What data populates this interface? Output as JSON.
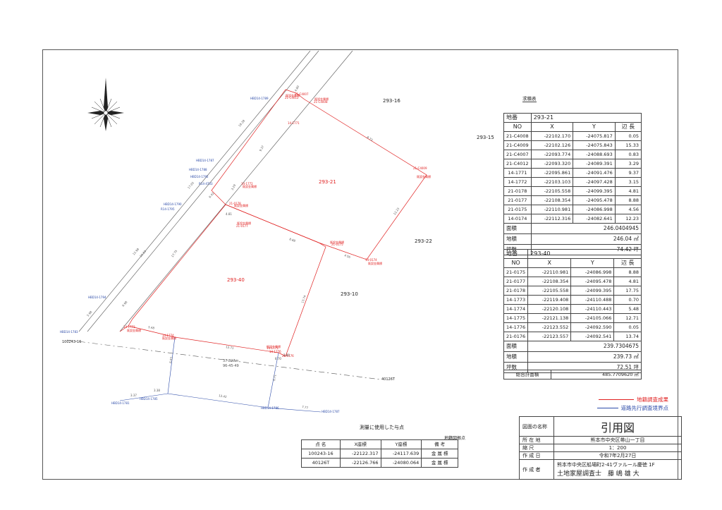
{
  "areas_caption": "求積表",
  "table1": {
    "chiban_label": "地番",
    "chiban_value": "293-21",
    "headers": [
      "NO",
      "X",
      "Y",
      "辺 長"
    ],
    "rows": [
      [
        "21-C4008",
        "-22102.170",
        "-24075.817",
        "0.05"
      ],
      [
        "21-C4009",
        "-22102.126",
        "-24075.843",
        "15.33"
      ],
      [
        "21-C4007",
        "-22093.774",
        "-24088.693",
        "0.83"
      ],
      [
        "21-C4012",
        "-22093.320",
        "-24089.391",
        "3.29"
      ],
      [
        "14-1771",
        "-22095.861",
        "-24091.476",
        "9.37"
      ],
      [
        "14-1772",
        "-22103.103",
        "-24097.428",
        "3.15"
      ],
      [
        "21-0178",
        "-22105.558",
        "-24099.395",
        "4.81"
      ],
      [
        "21-0177",
        "-22108.354",
        "-24095.478",
        "8.88"
      ],
      [
        "21-0175",
        "-22110.981",
        "-24086.998",
        "4.56"
      ],
      [
        "14-0174",
        "-22112.316",
        "-24082.641",
        "12.23"
      ]
    ],
    "menseki_label": "面積",
    "menseki_value": "246.0404945",
    "chiseki_label": "地積",
    "chiseki_value": "246.04 ㎡",
    "tsubo_label": "坪数",
    "tsubo_value": "74.42 坪"
  },
  "table2": {
    "chiban_label": "地番",
    "chiban_value": "293-40",
    "headers": [
      "NO",
      "X",
      "Y",
      "辺 長"
    ],
    "rows": [
      [
        "21-0175",
        "-22110.981",
        "-24086.998",
        "8.88"
      ],
      [
        "21-0177",
        "-22108.354",
        "-24095.478",
        "4.81"
      ],
      [
        "21-0178",
        "-22105.558",
        "-24099.395",
        "17.75"
      ],
      [
        "14-1773",
        "-22119.408",
        "-24110.488",
        "0.70"
      ],
      [
        "14-1774",
        "-22120.108",
        "-24110.443",
        "5.48"
      ],
      [
        "14-1775",
        "-22121.138",
        "-24105.066",
        "12.71"
      ],
      [
        "14-1776",
        "-22123.552",
        "-24092.590",
        "0.05"
      ],
      [
        "21-0176",
        "-22123.557",
        "-24092.541",
        "13.74"
      ]
    ],
    "menseki_label": "面積",
    "menseki_value": "239.7304675",
    "chiseki_label": "地積",
    "chiseki_value": "239.73 ㎡",
    "tsubo_label": "坪数",
    "tsubo_value": "72.51 坪"
  },
  "total": {
    "label": "総合計面積",
    "value": "485.7709620 ㎡"
  },
  "legend": {
    "item1": "地籍調査成果",
    "item1_color": "#e02020",
    "item2": "道路先行調査境界点",
    "item2_color": "#2b4aa8"
  },
  "control_points": {
    "caption": "測量に使用した与点",
    "note": "地籍図根点",
    "headers": [
      "点 名",
      "X座標",
      "Y座標",
      "備 考"
    ],
    "rows": [
      [
        "100243-16",
        "-22122.317",
        "-24117.639",
        "金 属 標"
      ],
      [
        "40126T",
        "-22126.766",
        "-24080.064",
        "金 属 標"
      ]
    ]
  },
  "title_block": {
    "fig_label": "図面の名称",
    "fig_value": "引用図",
    "loc_label": "所 在 地",
    "loc_value": "熊本市中央区帯山一丁目",
    "scale_label": "縮 尺",
    "scale_value": "1：200",
    "date_label": "作 成 日",
    "date_value": "令和7年2月27日",
    "author_label": "作 成 者",
    "author_line1": "熊本市中央区船場町2-41ヴァルール慶徳 1F",
    "author_line2": "土地家屋調査士　藤 嶋 雄 大"
  },
  "plan_labels": {
    "lot_293_16": "293-16",
    "lot_293_15": "293-15",
    "lot_293_21": "293-21",
    "lot_293_22": "293-22",
    "lot_293_40": "293-40",
    "lot_293_10": "293-10",
    "pt_100243_16": "100243-16",
    "pt_40126t": "40126T",
    "marker_label": "既設金属標",
    "red_points": [
      "21-C4012",
      "21-C4007",
      "14-1771",
      "21-C4008",
      "21-C4009",
      "14-1772",
      "21-0178",
      "21-0177",
      "21-0175",
      "14-0174",
      "14-1773",
      "14-1774",
      "14-1775",
      "14-1776",
      "21-0176"
    ],
    "blue_points": [
      "HBD14-1789",
      "HBD14-1787",
      "HBD14-1788",
      "HBD14-1792",
      "R14-4733",
      "HBD14-1790",
      "R14-1795",
      "HBD14-1794",
      "HBD14-1783",
      "HBD14-1781",
      "HBD14-1785",
      "HBD14-1786",
      "HBD14-1787"
    ],
    "distances": {
      "d1": "4.80",
      "d2": "18.28",
      "d3": "3.29",
      "d4": "9.37",
      "d5": "8.73",
      "d6": "4.81",
      "d7": "8.88",
      "d8": "4.56",
      "d9": "12.23",
      "d10": "15.33",
      "d11": "17.75",
      "d12": "13.74",
      "d13": "12.71",
      "d14": "5.48",
      "d15": "8.70",
      "d16": "6.98",
      "d17": "12.98",
      "d18": "17.05",
      "d19": "3.38",
      "d20": "3.37",
      "d21": "12.42",
      "d22": "7.77",
      "d23": "8.71",
      "d24": "6.93",
      "d25": "2.60",
      "d26": "5.98",
      "d27": "6.42"
    },
    "bearing_dist": "37.827m",
    "bearing_angle": "96-45-49"
  }
}
